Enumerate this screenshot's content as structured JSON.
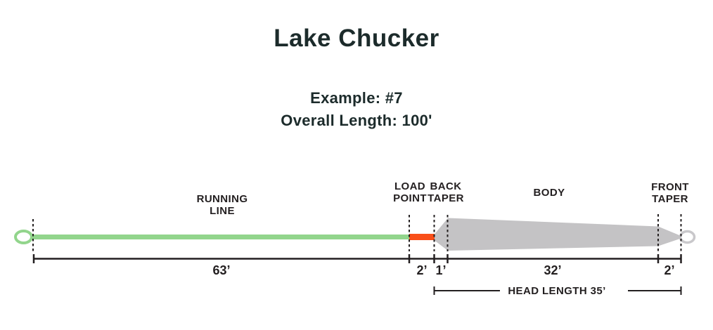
{
  "header": {
    "title": "Lake Chucker",
    "example": "Example: #7",
    "overall_length": "Overall Length: 100'"
  },
  "diagram": {
    "sections": [
      {
        "name": "running-line",
        "label": "RUNNING\nLINE",
        "length": "63’"
      },
      {
        "name": "load-point",
        "label": "LOAD\nPOINT",
        "length": "2’"
      },
      {
        "name": "back-taper",
        "label": "BACK\nTAPER",
        "length": "1’"
      },
      {
        "name": "body",
        "label": "BODY",
        "length": "32’"
      },
      {
        "name": "front-taper",
        "label": "FRONT\nTAPER",
        "length": "2’"
      }
    ],
    "head_length_label": "HEAD LENGTH 35’",
    "colors": {
      "running_line_green": "#92d58c",
      "load_point_orange": "#f94f19",
      "head_gray": "#c4c3c5",
      "loop_gray": "#c9c8cb",
      "ink": "#231f20",
      "heading": "#1c2b2b"
    }
  }
}
